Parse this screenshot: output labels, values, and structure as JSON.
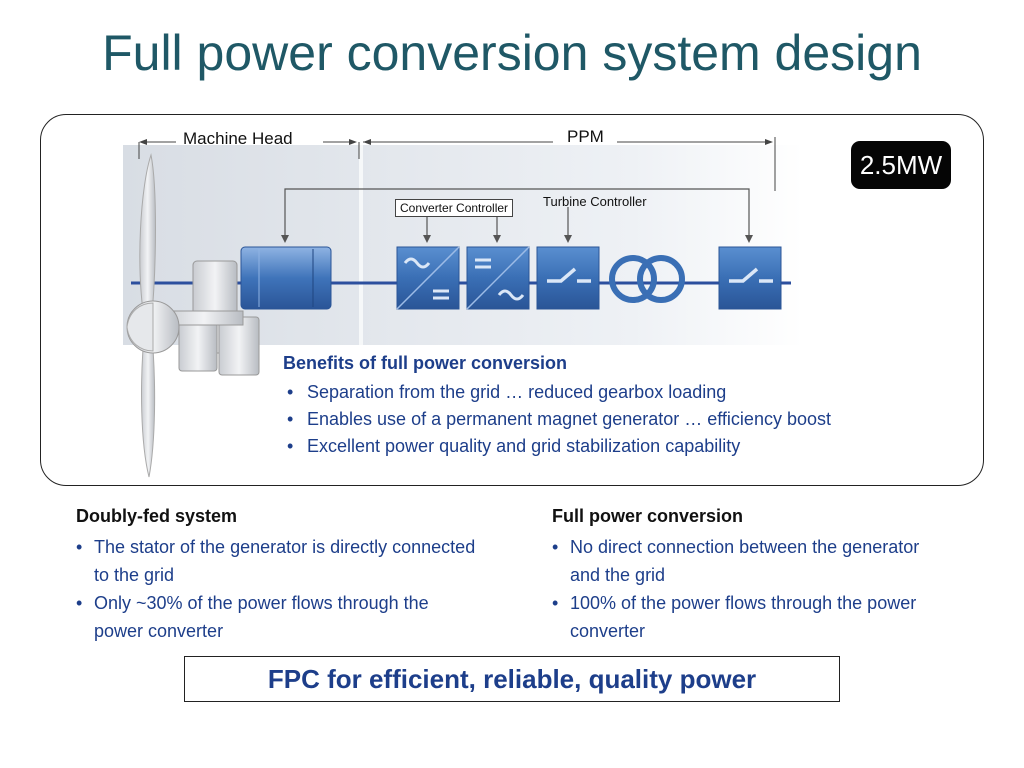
{
  "title": "Full power conversion system design",
  "diagram": {
    "machine_head_label": "Machine Head",
    "ppm_label": "PPM",
    "converter_controller_label": "Converter Controller",
    "turbine_controller_label": "Turbine Controller",
    "badge": "2.5MW",
    "colors": {
      "module": "#3a6fb5",
      "module_dark": "#2a5597",
      "rail": "#2c4f9e",
      "panel_bg": "#e9edf2"
    }
  },
  "benefits": {
    "heading": "Benefits of full power conversion",
    "items": [
      "Separation from the grid … reduced gearbox loading",
      "Enables use of a permanent magnet generator … efficiency boost",
      "Excellent power quality and grid stabilization capability"
    ]
  },
  "doubly_fed": {
    "heading": "Doubly-fed system",
    "items": [
      "The stator of the generator is directly connected to the grid",
      "Only ~30% of the power flows through the power converter"
    ]
  },
  "full_power": {
    "heading": "Full power conversion",
    "items": [
      "No direct connection between the generator and the grid",
      "100% of the power flows through the power converter"
    ]
  },
  "footer": "FPC for efficient, reliable, quality power"
}
